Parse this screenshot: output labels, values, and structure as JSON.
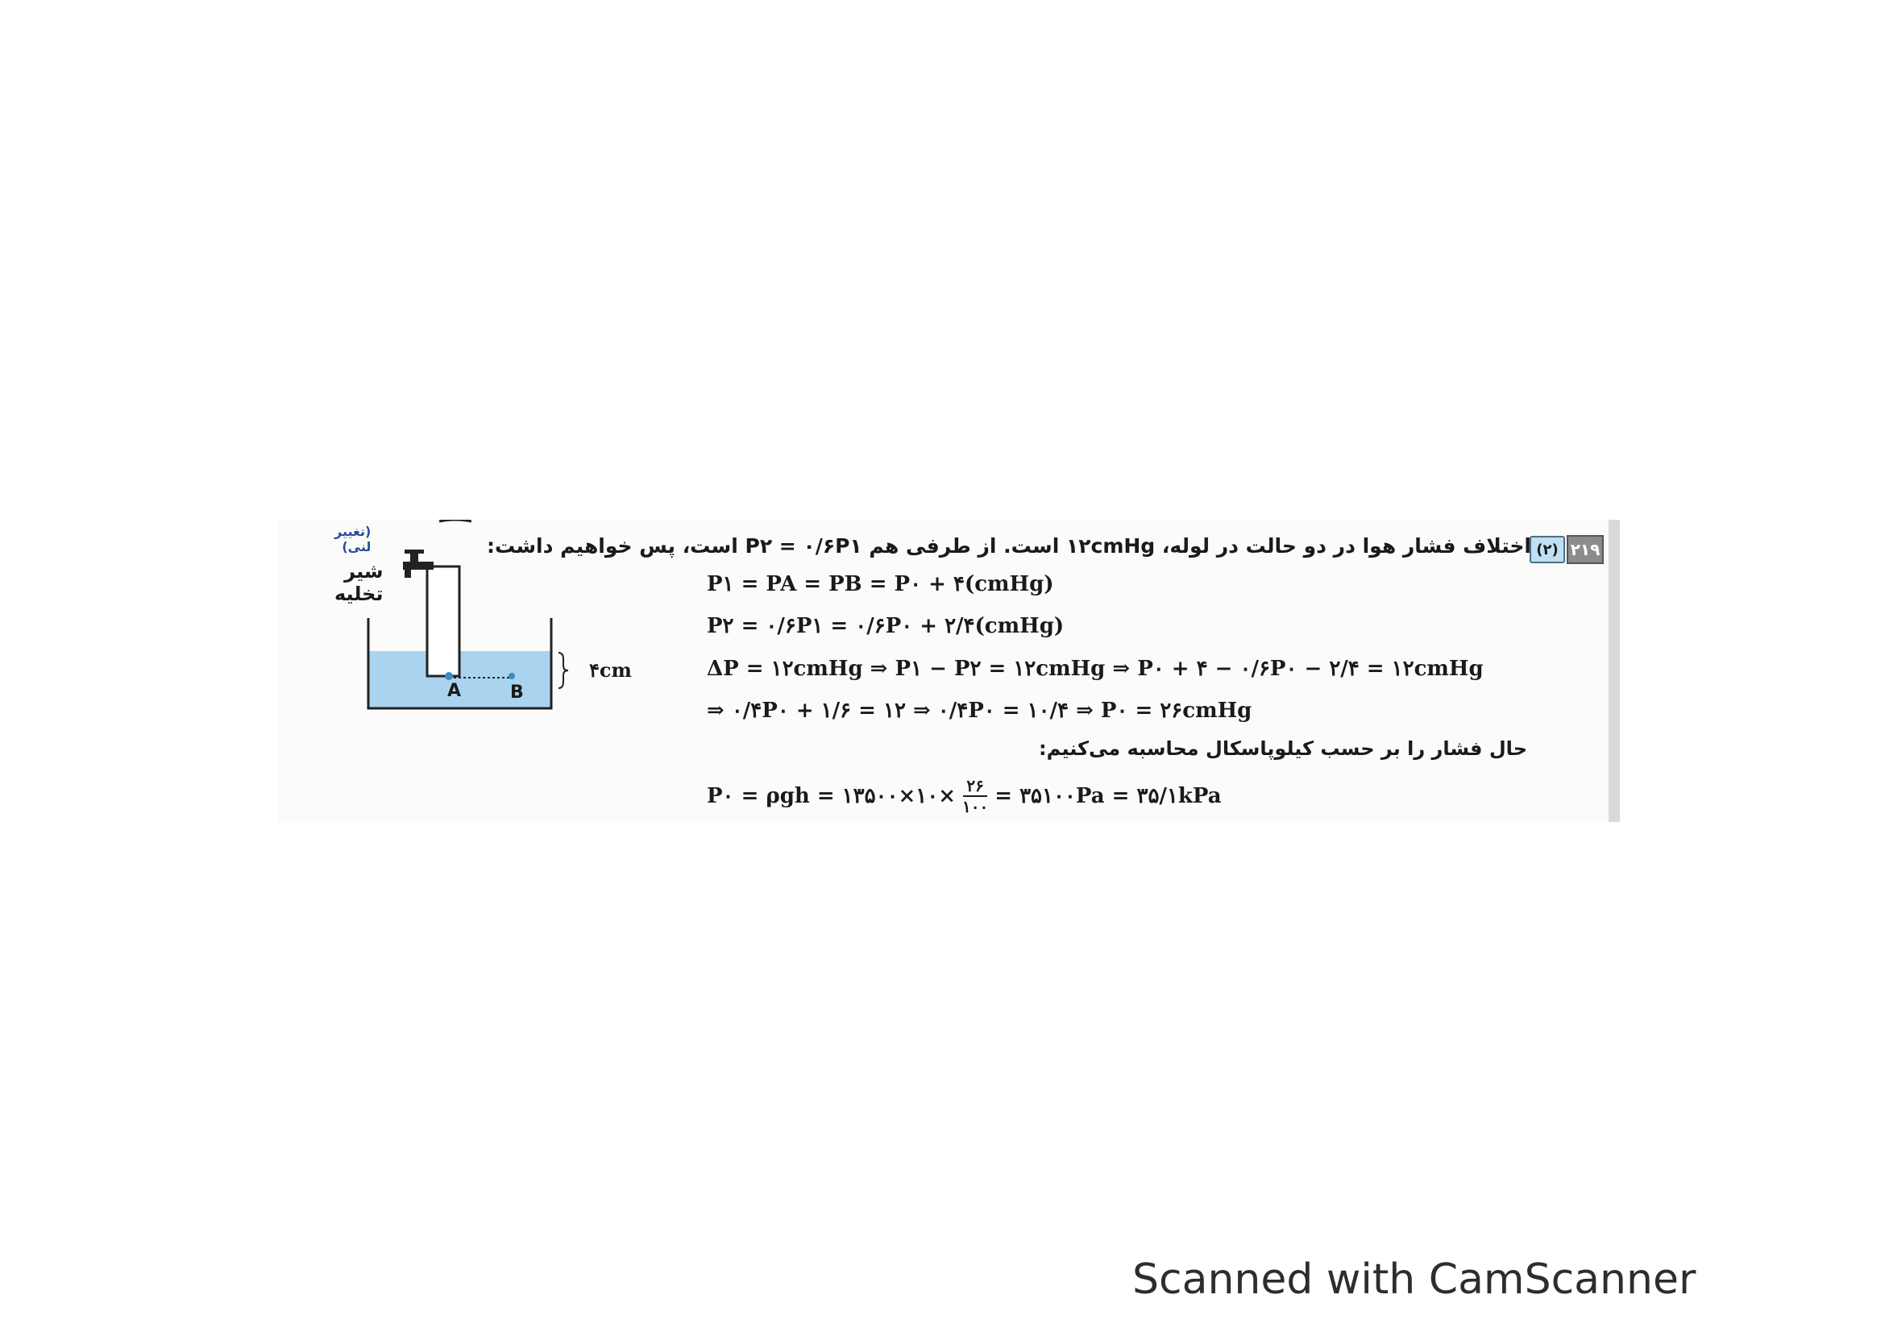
{
  "problem": {
    "number": "۲۱۹",
    "answer": "(۲)",
    "intro": "اختلاف فشار هوا در دو حالت در لوله، ۱۲cmHg است. از طرفی هم P۲ = ۰/۶P۱ است، پس خواهیم داشت:",
    "equations": [
      "P۱ = PA = PB = P۰ + ۴(cmHg)",
      "P۲ = ۰/۶P۱ = ۰/۶P۰ + ۲/۴(cmHg)",
      "ΔP = ۱۲cmHg ⇒ P۱ − P۲ = ۱۲cmHg ⇒ P۰ + ۴ − ۰/۶P۰ − ۲/۴ = ۱۲cmHg",
      "⇒ ۰/۴P۰ + ۱/۶ = ۱۲ ⇒ ۰/۴P۰ = ۱۰/۴ ⇒ P۰ = ۲۶cmHg"
    ],
    "conversion_text": "حال فشار را بر حسب کیلوپاسکال محاسبه می‌کنیم:",
    "final_left": "P۰ = ρgh = ۱۳۵۰۰×۱۰×",
    "final_frac_num": "۲۶",
    "final_frac_den": "۱۰۰",
    "final_right": "= ۳۵۱۰۰Pa = ۳۵/۱kPa"
  },
  "figure": {
    "note": "(تغییر لنی)",
    "faucet_label": "شیر تخلیه",
    "height_label": "۴cm",
    "point_a": "A",
    "point_b": "B",
    "water_color": "#a9d3ee"
  },
  "watermark": "Scanned with CamScanner"
}
